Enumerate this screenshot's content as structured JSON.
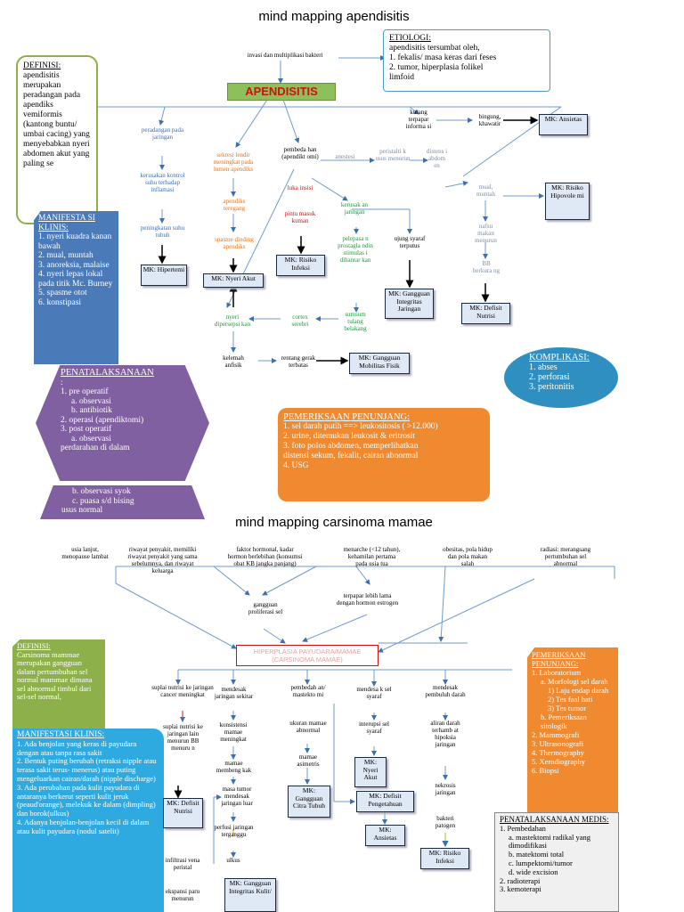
{
  "titles": {
    "apendisitis": "mind mapping apendisitis",
    "carsinoma": "mind mapping carsinoma mamae"
  },
  "apendisitis": {
    "central": "APENDISITIS",
    "trigger": "invasi dan multiplikasi bakteri",
    "etiologi": {
      "heading": "ETIOLOGI:",
      "lines": [
        "apendisitis tersumbat oleh,",
        "1. fekalis/ masa keras dari feses",
        "2. tumor, hiperplasia folikel",
        "limfoid"
      ]
    },
    "definisi": {
      "heading": "DEFINISI:",
      "text": "apendisitis merupakan peradangan pada apendiks vemiformis (kantong buntu/ umbai cacing) yang menyebabkan nyeri abdomen akut yang paling se"
    },
    "manifestasi": {
      "heading": "MANIFESTA SI KLINIS:",
      "items": [
        "1. nyeri kuadra kanan bawah",
        "2. mual, muntah",
        "3. anoreksia, malaise",
        "4. nyeri lepas lokal pada titik Mc. Burney",
        "5. spasme otot",
        "6. konstipasi"
      ]
    },
    "penatalaksanaan": {
      "heading": "PENATALAKSANAAN",
      "items": [
        ":",
        "1. pre operatif",
        "a. observasi",
        "b. antibiotik",
        "2. operasi (apendiktomi)",
        "3. post operatif",
        "a. observasi",
        "perdarahan di dalam",
        "b. observasi syok",
        "c. puasa s/d bising",
        "usus normal"
      ]
    },
    "pemeriksaan": {
      "heading": "PEMERIKSAAN PENUNJANG:",
      "items": [
        "1. sel darah putih ==> leukositosis ( >12.000)",
        "2. urine, ditemukan leukosit & eritrosit",
        "3. foto polos abdomen, memperlihatkan",
        "distensi sekum, fekalit, cairan abnormal",
        "4. USG"
      ]
    },
    "komplikasi": {
      "heading": "KOMPLIKASI:",
      "items": [
        "1. abses",
        "2. perforasi",
        "3. peritonitis"
      ]
    },
    "nodes": {
      "peradangan": "peradangan pada jaringan",
      "kerusakan_kontrol": "kerusakan kontrol suhu terhadap inflamasi",
      "peningkatan_suhu": "peningkatan suhu tubuh",
      "sekresi": "sekresi lendir meningkat pada lumen apendiks",
      "apendiks_tegang": "apendiks teregang",
      "spasme": "spasme dinding apendiks",
      "pembedahan": "pembeda han (apendikt omi)",
      "luka_insisi": "luka insisi",
      "pintu_masuk": "pintu masuk kuman",
      "anestesi": "anestesi",
      "peristaltik": "peristalti k usus menurun",
      "distensi": "distens i abdom en",
      "kurang_terpapar": "kurang terpapar informa si",
      "bingung": "bingung, khawatir",
      "mual_muntah": "mual, muntah",
      "nafsu_makan": "nafsu makan menurun",
      "bb_berkurang": "BB berkura ng",
      "kerusakan_jaringan": "kerusak an jaringan",
      "pelepasan": "pelepasa n prostagla ndin stimulas i dihantar kan",
      "ujung_syaraf": "ujung syaraf terputus",
      "sumsum": "sumsum tulang belakang",
      "cortex": "cortex serebri",
      "nyeri_dipersepsi": "nyeri dipersepsi kan",
      "kelemah_anfisik": "kelemah anfisik",
      "rentang_gerak": "rentang gerak terbatas"
    },
    "mk": {
      "hipertermi": "MK: Hipertemi",
      "nyeri_akut": "MK: Nyeri Akut",
      "risiko_infeksi": "MK: Risiko Infeksi",
      "gangguan_integritas": "MK: Gangguan Integritas Jaringan",
      "ansietas": "MK: Ansietas",
      "hipovolemi": "MK: Risiko Hipovole mi",
      "defisit_nutrisi": "MK: Defisit Nutrisi",
      "mobilitas": "MK: Gangguan Mobilitas Fisik"
    }
  },
  "carsinoma": {
    "central": "HIPERPLASIA PAYUDARA/MAMAE (CARSINOMA MAMAE)",
    "risks": {
      "usia": "usia lanjut, menopause lambat",
      "riwayat": "riwayat penyakit, memiliki riwayat penyakit yang sama sebelumnya, dan riwayat keluarga",
      "hormonal": "faktor hormonal, kadar hormon berlebihan (konsumsi obat KB jangka panjang)",
      "menarche": "menarche (<12 tahun), kehamilan pertama pada usia tua",
      "obesitas": "obesitas, pola hidup dan pola makan salah",
      "radiasi": "radiasi: merangsang pertumbuhan sel abnormal"
    },
    "middle": {
      "gangguan_proliferasi": "gangguan proliferasi sel",
      "terpapar_estrogen": "terpapar lebih lama dengan hormon estrogen"
    },
    "definisi": {
      "heading": "DEFINISI:",
      "text": "Carsinoma mammae merupakan gangguan dalam pertumbuhan sel normal mammae dimana sel abnormal timbul dari sel-sel normal,"
    },
    "manifestasi": {
      "heading": "MANIFESTASI KLINIS:",
      "items": [
        "1. Ada benjolan yang keras di payudara dengan atau tanpa rasa sakit",
        "2. Bentuk puting berubah (retraksi nipple atau terasa sakit terus- menerus) atau puting mengeluarkan cairan/darah (nipple discharge)",
        "3. Ada perubahan pada kulit payudara di antaranya berkerut seperti kulit jeruk (peaud'orange), melekuk ke dalam (dimpling) dan borok(ulkus)",
        "4. Adanya benjolan-benjolan kecil di dalam atau kulit payudara (nodul satelit)"
      ]
    },
    "pemeriksaan": {
      "heading": "PEMERIKSAAN PENUNJANG:",
      "items": [
        "1. Laboratorium",
        "a. Morfologi sel darah",
        "1) Laju endap darah",
        "2) Tes faal hati",
        "3) Tes tumor",
        "b. Pemeriksaan sitologik",
        "2. Mammografi",
        "3. Ultrasonografi",
        "4. Thermography",
        "5. Xerodiography",
        "6. Biopsi"
      ]
    },
    "penatalaksanaan": {
      "heading": "PENATALAKSANAAN MEDIS:",
      "items": [
        "1. Pembedahan",
        "a. mastektomi radikal yang dimodifikasi",
        "b. matektomi total",
        "c. lumpektomi/tumor",
        "d. wide excision",
        "2. radioterapi",
        "3. kemoterapi"
      ]
    },
    "nodes": {
      "suplai_nutrisi": "suplai nutrisi ke jaringan cancer meningkat",
      "suplai_menurun": "suplai nutrisi ke jaringan lain menurun BB menuru n",
      "mendesak_sekitar": "mendesak jaringan sekitar",
      "konsistensi": "konsistensi mamae meningkat",
      "mamae_membengkak": "mamae membeng kak",
      "masa_tumor": "masa tumor mendesak jaringan luar",
      "perfusi": "perfusi jaringan terganggu",
      "ulkus": "ulkus",
      "infiltrasi": "infiltrasi vena peristal",
      "ekspansi": "ekspansi paru menurun",
      "pembedahan": "pembedah an/ mastekto mi",
      "ukuran": "ukuran mamae abnormal",
      "asimetris": "mamae asimetris",
      "mendesak_syaraf": "mendesa k sel syaraf",
      "interupsi": "interupsi sel syaraf",
      "mendesak_pembuluh": "mendesak pembuluh darah",
      "aliran_darah": "aliran darah terhamb at hipoksia jaringan",
      "nekrosis": "nekrosis jaringan",
      "bakteri": "bakteri patogen"
    },
    "mk": {
      "defisit_nutrisi": "MK: Defisit Nutrisi",
      "citra_tubuh": "MK: Gangguan Citra Tubuh",
      "nyeri_akut": "MK: Nyeri Akut",
      "defisit_pengetahuan": "MK: Defisit Pengetahuan",
      "ansietas": "MK: Ansietas",
      "risiko_infeksi": "MK: Risiko Infeksi",
      "integritas_kulit": "MK: Gangguan Integritas Kulit/"
    }
  },
  "colors": {
    "green_box": "#8db04a",
    "blue_box": "#4a7ab8",
    "purple": "#8060a0",
    "orange": "#f08a30",
    "teal": "#2e8fc0",
    "central_green": "#8dc05a"
  }
}
